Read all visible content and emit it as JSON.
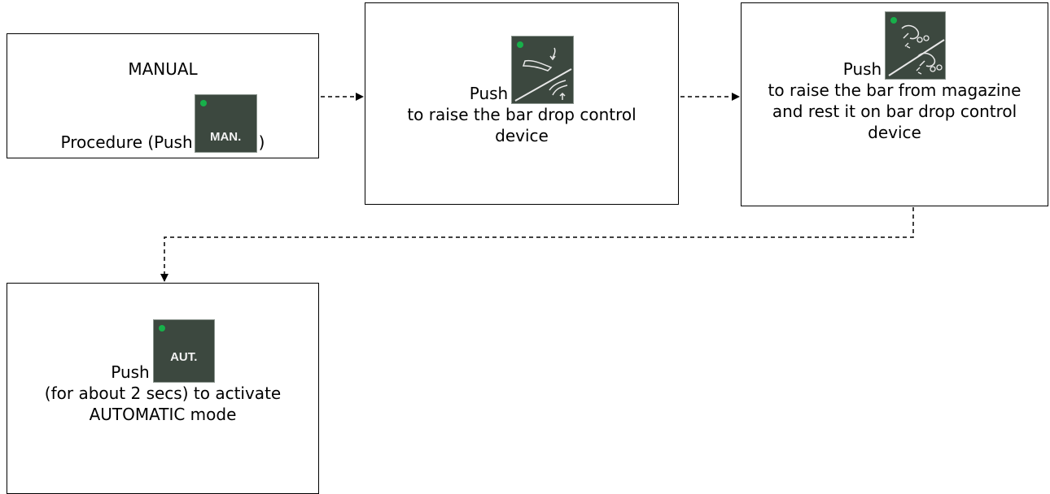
{
  "diagram": {
    "manual_box": {
      "title": "MANUAL",
      "procedure_text": "Procedure (Push",
      "procedure_close": ")",
      "key_label": "MAN."
    },
    "step_bar_drop": {
      "push_label": "Push",
      "description": "to raise the bar drop control device",
      "key_icon": "bar-drop-raise-icon"
    },
    "step_magazine": {
      "push_label": "Push",
      "description": "to raise the bar from magazine and rest it on bar drop control device",
      "key_icon": "magazine-raise-icon"
    },
    "step_automatic": {
      "push_label": "Push",
      "description": "(for about 2 secs) to activate AUTOMATIC mode",
      "key_label": "AUT."
    }
  },
  "colors": {
    "key_background": "#3c483f",
    "led_green": "#17b04a",
    "line": "#000000"
  }
}
